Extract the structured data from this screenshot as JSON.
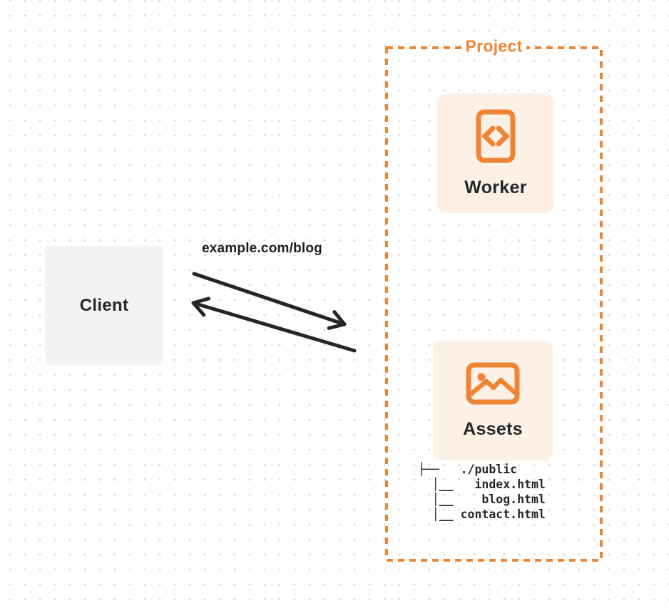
{
  "colors": {
    "orange": "#ee8434",
    "card_background": "#fdf1e5",
    "client_background": "#f4f4f5",
    "text_dark": "#27272a",
    "arrow": "#262626",
    "dot_grid": "#dededf"
  },
  "client": {
    "label": "Client"
  },
  "request": {
    "label": "example.com/blog"
  },
  "arrows": {
    "request_arrow": "diagonal-arrow-right-down",
    "response_arrow": "diagonal-arrow-left-up"
  },
  "project": {
    "label": "Project",
    "worker": {
      "label": "Worker",
      "icon": "code-file-icon"
    },
    "assets": {
      "label": "Assets",
      "icon": "image-icon",
      "file_tree": "├──   ./public\n  │__   index.html\n  │__    blog.html\n  │__ contact.html"
    }
  }
}
